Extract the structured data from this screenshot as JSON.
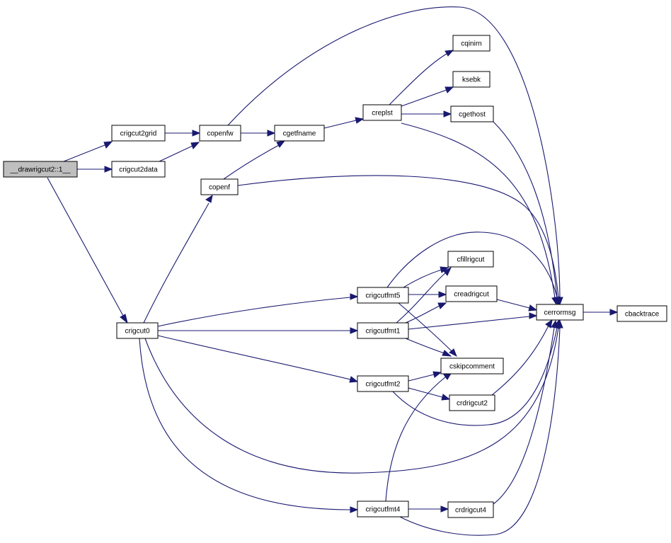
{
  "diagram": {
    "edge_color": "#191970",
    "root_fill": "#bfbfbf",
    "nodes": [
      {
        "id": "root",
        "label": "__drawrigcut2::1__"
      },
      {
        "id": "grid",
        "label": "crigcut2grid"
      },
      {
        "id": "data",
        "label": "crigcut2data"
      },
      {
        "id": "openfw",
        "label": "copenfw"
      },
      {
        "id": "cgetfname",
        "label": "cgetfname"
      },
      {
        "id": "creplst",
        "label": "creplst"
      },
      {
        "id": "cqinirn",
        "label": "cqinirn"
      },
      {
        "id": "ksebk",
        "label": "ksebk"
      },
      {
        "id": "cgethost",
        "label": "cgethost"
      },
      {
        "id": "copenf",
        "label": "copenf"
      },
      {
        "id": "crigcut0",
        "label": "crigcut0"
      },
      {
        "id": "fmt5",
        "label": "crigcutfmt5"
      },
      {
        "id": "cfillrigcut",
        "label": "cfillrigcut"
      },
      {
        "id": "creadrigcut",
        "label": "creadrigcut"
      },
      {
        "id": "fmt1",
        "label": "crigcutfmt1"
      },
      {
        "id": "cerrormsg",
        "label": "cerrormsg"
      },
      {
        "id": "cbacktrace",
        "label": "cbacktrace"
      },
      {
        "id": "cskip",
        "label": "cskipcomment"
      },
      {
        "id": "fmt2",
        "label": "crigcutfmt2"
      },
      {
        "id": "crdrig2",
        "label": "crdrigcut2"
      },
      {
        "id": "fmt4",
        "label": "crigcutfmt4"
      },
      {
        "id": "crdrig4",
        "label": "crdrigcut4"
      }
    ],
    "edges": [
      {
        "from": "root",
        "to": "grid"
      },
      {
        "from": "root",
        "to": "data"
      },
      {
        "from": "root",
        "to": "crigcut0"
      },
      {
        "from": "grid",
        "to": "openfw"
      },
      {
        "from": "data",
        "to": "openfw"
      },
      {
        "from": "openfw",
        "to": "cgetfname"
      },
      {
        "from": "openfw",
        "to": "cerrormsg"
      },
      {
        "from": "cgetfname",
        "to": "creplst"
      },
      {
        "from": "creplst",
        "to": "cqinirn"
      },
      {
        "from": "creplst",
        "to": "ksebk"
      },
      {
        "from": "creplst",
        "to": "cgethost"
      },
      {
        "from": "creplst",
        "to": "cerrormsg"
      },
      {
        "from": "cgethost",
        "to": "cerrormsg"
      },
      {
        "from": "copenf",
        "to": "cgetfname"
      },
      {
        "from": "copenf",
        "to": "cerrormsg"
      },
      {
        "from": "crigcut0",
        "to": "copenf"
      },
      {
        "from": "crigcut0",
        "to": "fmt5"
      },
      {
        "from": "crigcut0",
        "to": "fmt1"
      },
      {
        "from": "crigcut0",
        "to": "fmt2"
      },
      {
        "from": "crigcut0",
        "to": "fmt4"
      },
      {
        "from": "crigcut0",
        "to": "cerrormsg"
      },
      {
        "from": "fmt5",
        "to": "cfillrigcut"
      },
      {
        "from": "fmt5",
        "to": "creadrigcut"
      },
      {
        "from": "fmt5",
        "to": "cskip"
      },
      {
        "from": "fmt5",
        "to": "cerrormsg"
      },
      {
        "from": "fmt1",
        "to": "cfillrigcut"
      },
      {
        "from": "fmt1",
        "to": "creadrigcut"
      },
      {
        "from": "fmt1",
        "to": "cskip"
      },
      {
        "from": "fmt1",
        "to": "cerrormsg"
      },
      {
        "from": "creadrigcut",
        "to": "cerrormsg"
      },
      {
        "from": "cerrormsg",
        "to": "cbacktrace"
      },
      {
        "from": "fmt2",
        "to": "cskip"
      },
      {
        "from": "fmt2",
        "to": "crdrig2"
      },
      {
        "from": "fmt2",
        "to": "cerrormsg"
      },
      {
        "from": "crdrig2",
        "to": "cerrormsg"
      },
      {
        "from": "fmt4",
        "to": "cskip"
      },
      {
        "from": "fmt4",
        "to": "crdrig4"
      },
      {
        "from": "fmt4",
        "to": "cerrormsg"
      },
      {
        "from": "crdrig4",
        "to": "cerrormsg"
      }
    ]
  }
}
